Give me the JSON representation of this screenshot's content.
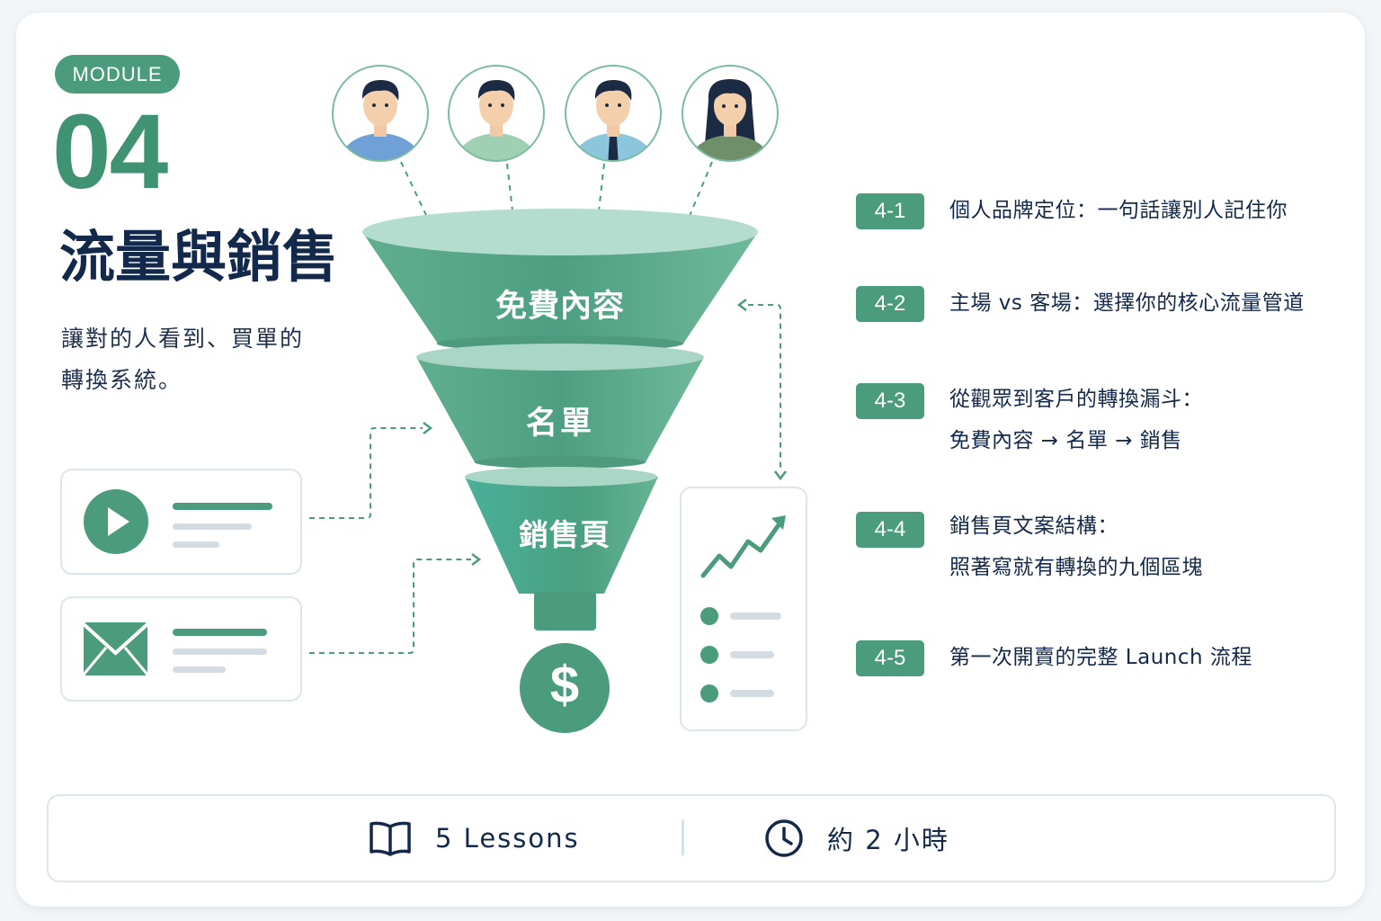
{
  "module": {
    "badge": "MODULE",
    "number": "04",
    "title": "流量與銷售",
    "subtitle_line1": "讓對的人看到、買單的",
    "subtitle_line2": "轉換系統。"
  },
  "funnel": {
    "stage1": "免費內容",
    "stage2": "名單",
    "stage3": "銷售頁",
    "money_symbol": "$"
  },
  "lessons": [
    {
      "id": "4-1",
      "lines": [
        "個人品牌定位：一句話讓別人記住你"
      ]
    },
    {
      "id": "4-2",
      "lines": [
        "主場 vs 客場：選擇你的核心流量管道"
      ]
    },
    {
      "id": "4-3",
      "lines": [
        "從觀眾到客戶的轉換漏斗：",
        "免費內容 → 名單 → 銷售"
      ]
    },
    {
      "id": "4-4",
      "lines": [
        "銷售頁文案結構：",
        "照著寫就有轉換的九個區塊"
      ]
    },
    {
      "id": "4-5",
      "lines": [
        "第一次開賣的完整 Launch 流程"
      ]
    }
  ],
  "footer": {
    "lessons": "5 Lessons",
    "duration": "約 2 小時"
  },
  "colors": {
    "accent": "#4a9c7c",
    "navy": "#13294b",
    "funnel_light": "#b4ddd0"
  },
  "icons": [
    "avatar-icon",
    "play-icon",
    "mail-icon",
    "growth-chart-icon",
    "book-icon",
    "clock-icon",
    "dollar-icon"
  ]
}
